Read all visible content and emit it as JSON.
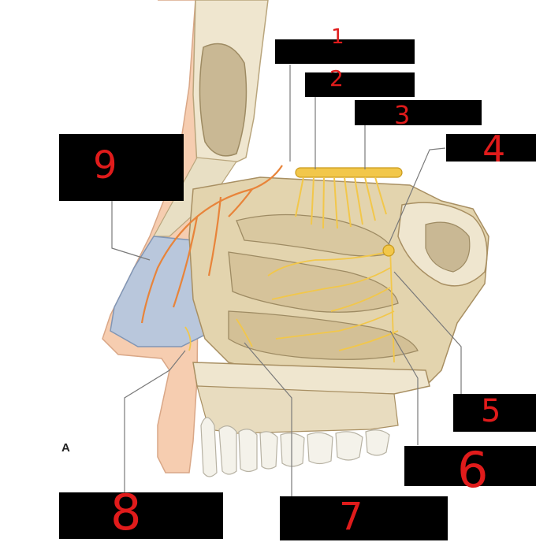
{
  "figure": {
    "panel_letter": "A",
    "labels": [
      {
        "id": "1",
        "number": "1"
      },
      {
        "id": "2",
        "number": "2"
      },
      {
        "id": "3",
        "number": "3"
      },
      {
        "id": "4",
        "number": "4"
      },
      {
        "id": "5",
        "number": "5"
      },
      {
        "id": "6",
        "number": "6"
      },
      {
        "id": "7",
        "number": "7"
      },
      {
        "id": "8",
        "number": "8"
      },
      {
        "id": "9",
        "number": "9"
      }
    ]
  },
  "colors": {
    "skin": "#f6cdb0",
    "bone": "#efe6cf",
    "bone_shadow": "#c9b894",
    "turbinate": "#d9c8a0",
    "cartilage": "#b9c7dc",
    "nerve_yellow": "#f2c74a",
    "artery_orange": "#e8843a",
    "teeth": "#f4f2ea",
    "label_box": "#000000",
    "annotation_red": "#e01b1b"
  }
}
